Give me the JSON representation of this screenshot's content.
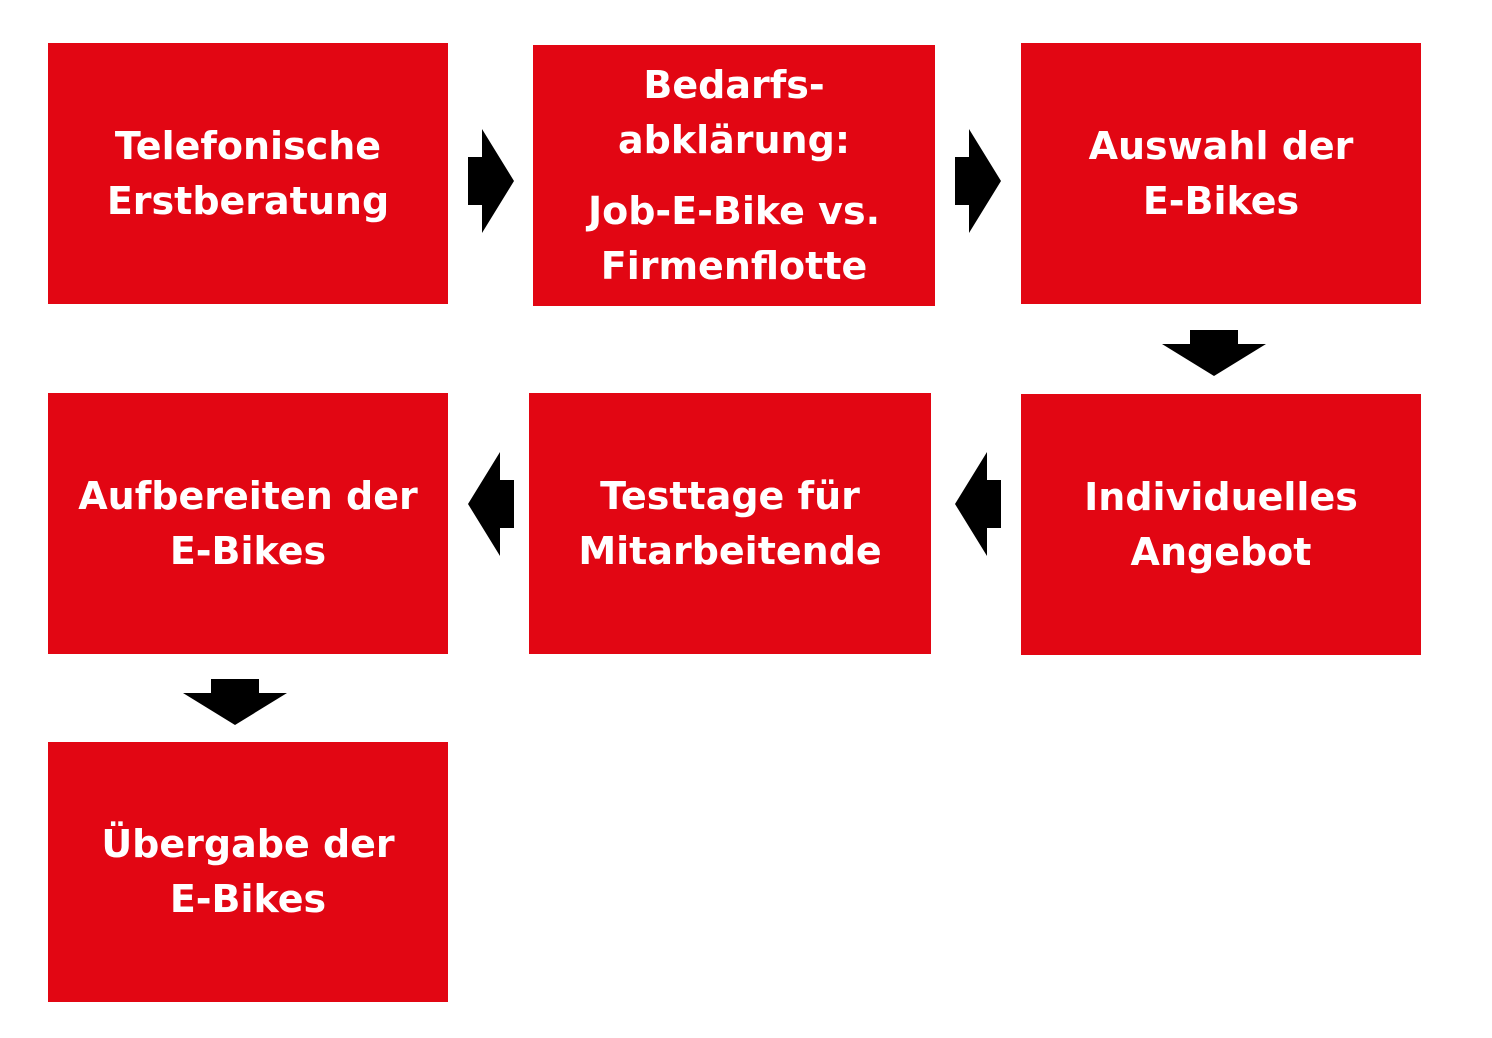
{
  "accent_color": "#e20613",
  "arrow_color": "#000000",
  "steps": [
    {
      "lines": [
        "Telefonische",
        "Erstberatung"
      ]
    },
    {
      "lines": [
        "Bedarfs-",
        "abklärung:",
        "Job-E-Bike vs.",
        "Firmenflotte"
      ]
    },
    {
      "lines": [
        "Auswahl der",
        "E-Bikes"
      ]
    },
    {
      "lines": [
        "Individuelles",
        "Angebot"
      ]
    },
    {
      "lines": [
        "Testtage für",
        "Mitarbeitende"
      ]
    },
    {
      "lines": [
        "Aufbereiten der",
        "E-Bikes"
      ]
    },
    {
      "lines": [
        "Übergabe der",
        "E-Bikes"
      ]
    }
  ],
  "arrows": [
    {
      "from": 1,
      "to": 2,
      "direction": "right"
    },
    {
      "from": 2,
      "to": 3,
      "direction": "right"
    },
    {
      "from": 3,
      "to": 4,
      "direction": "down"
    },
    {
      "from": 4,
      "to": 5,
      "direction": "left"
    },
    {
      "from": 5,
      "to": 6,
      "direction": "left"
    },
    {
      "from": 6,
      "to": 7,
      "direction": "down"
    }
  ]
}
